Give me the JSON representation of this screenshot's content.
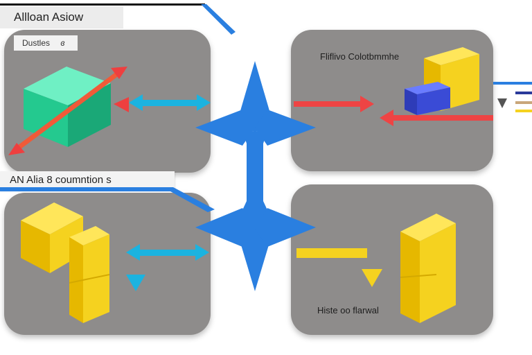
{
  "title": "Allloan  Asiow",
  "subtitle": "Dustles",
  "subtitle_suffix": "ɞ",
  "mid_label": "AN  Alia    8   coumntion   s",
  "panel_labels": {
    "top_right": "Fliflivo  Colotbmmhe",
    "bottom_right": "Histe  oo  flarwal"
  },
  "colors": {
    "panel": "#8e8c8b",
    "hub_blue": "#2a7fe0",
    "cyan_arrow": "#1bb3e0",
    "red_arrow": "#ee4444",
    "yellow_block": "#f5d21f",
    "teal_block": "#29d8a2",
    "navy_block": "#3a4bd6"
  },
  "icons": [
    "teal-block-icon",
    "yellow-block-icon",
    "navy-block-icon",
    "blue-hub-arrows-icon",
    "cyan-double-arrow-icon",
    "red-arrow-icon"
  ]
}
